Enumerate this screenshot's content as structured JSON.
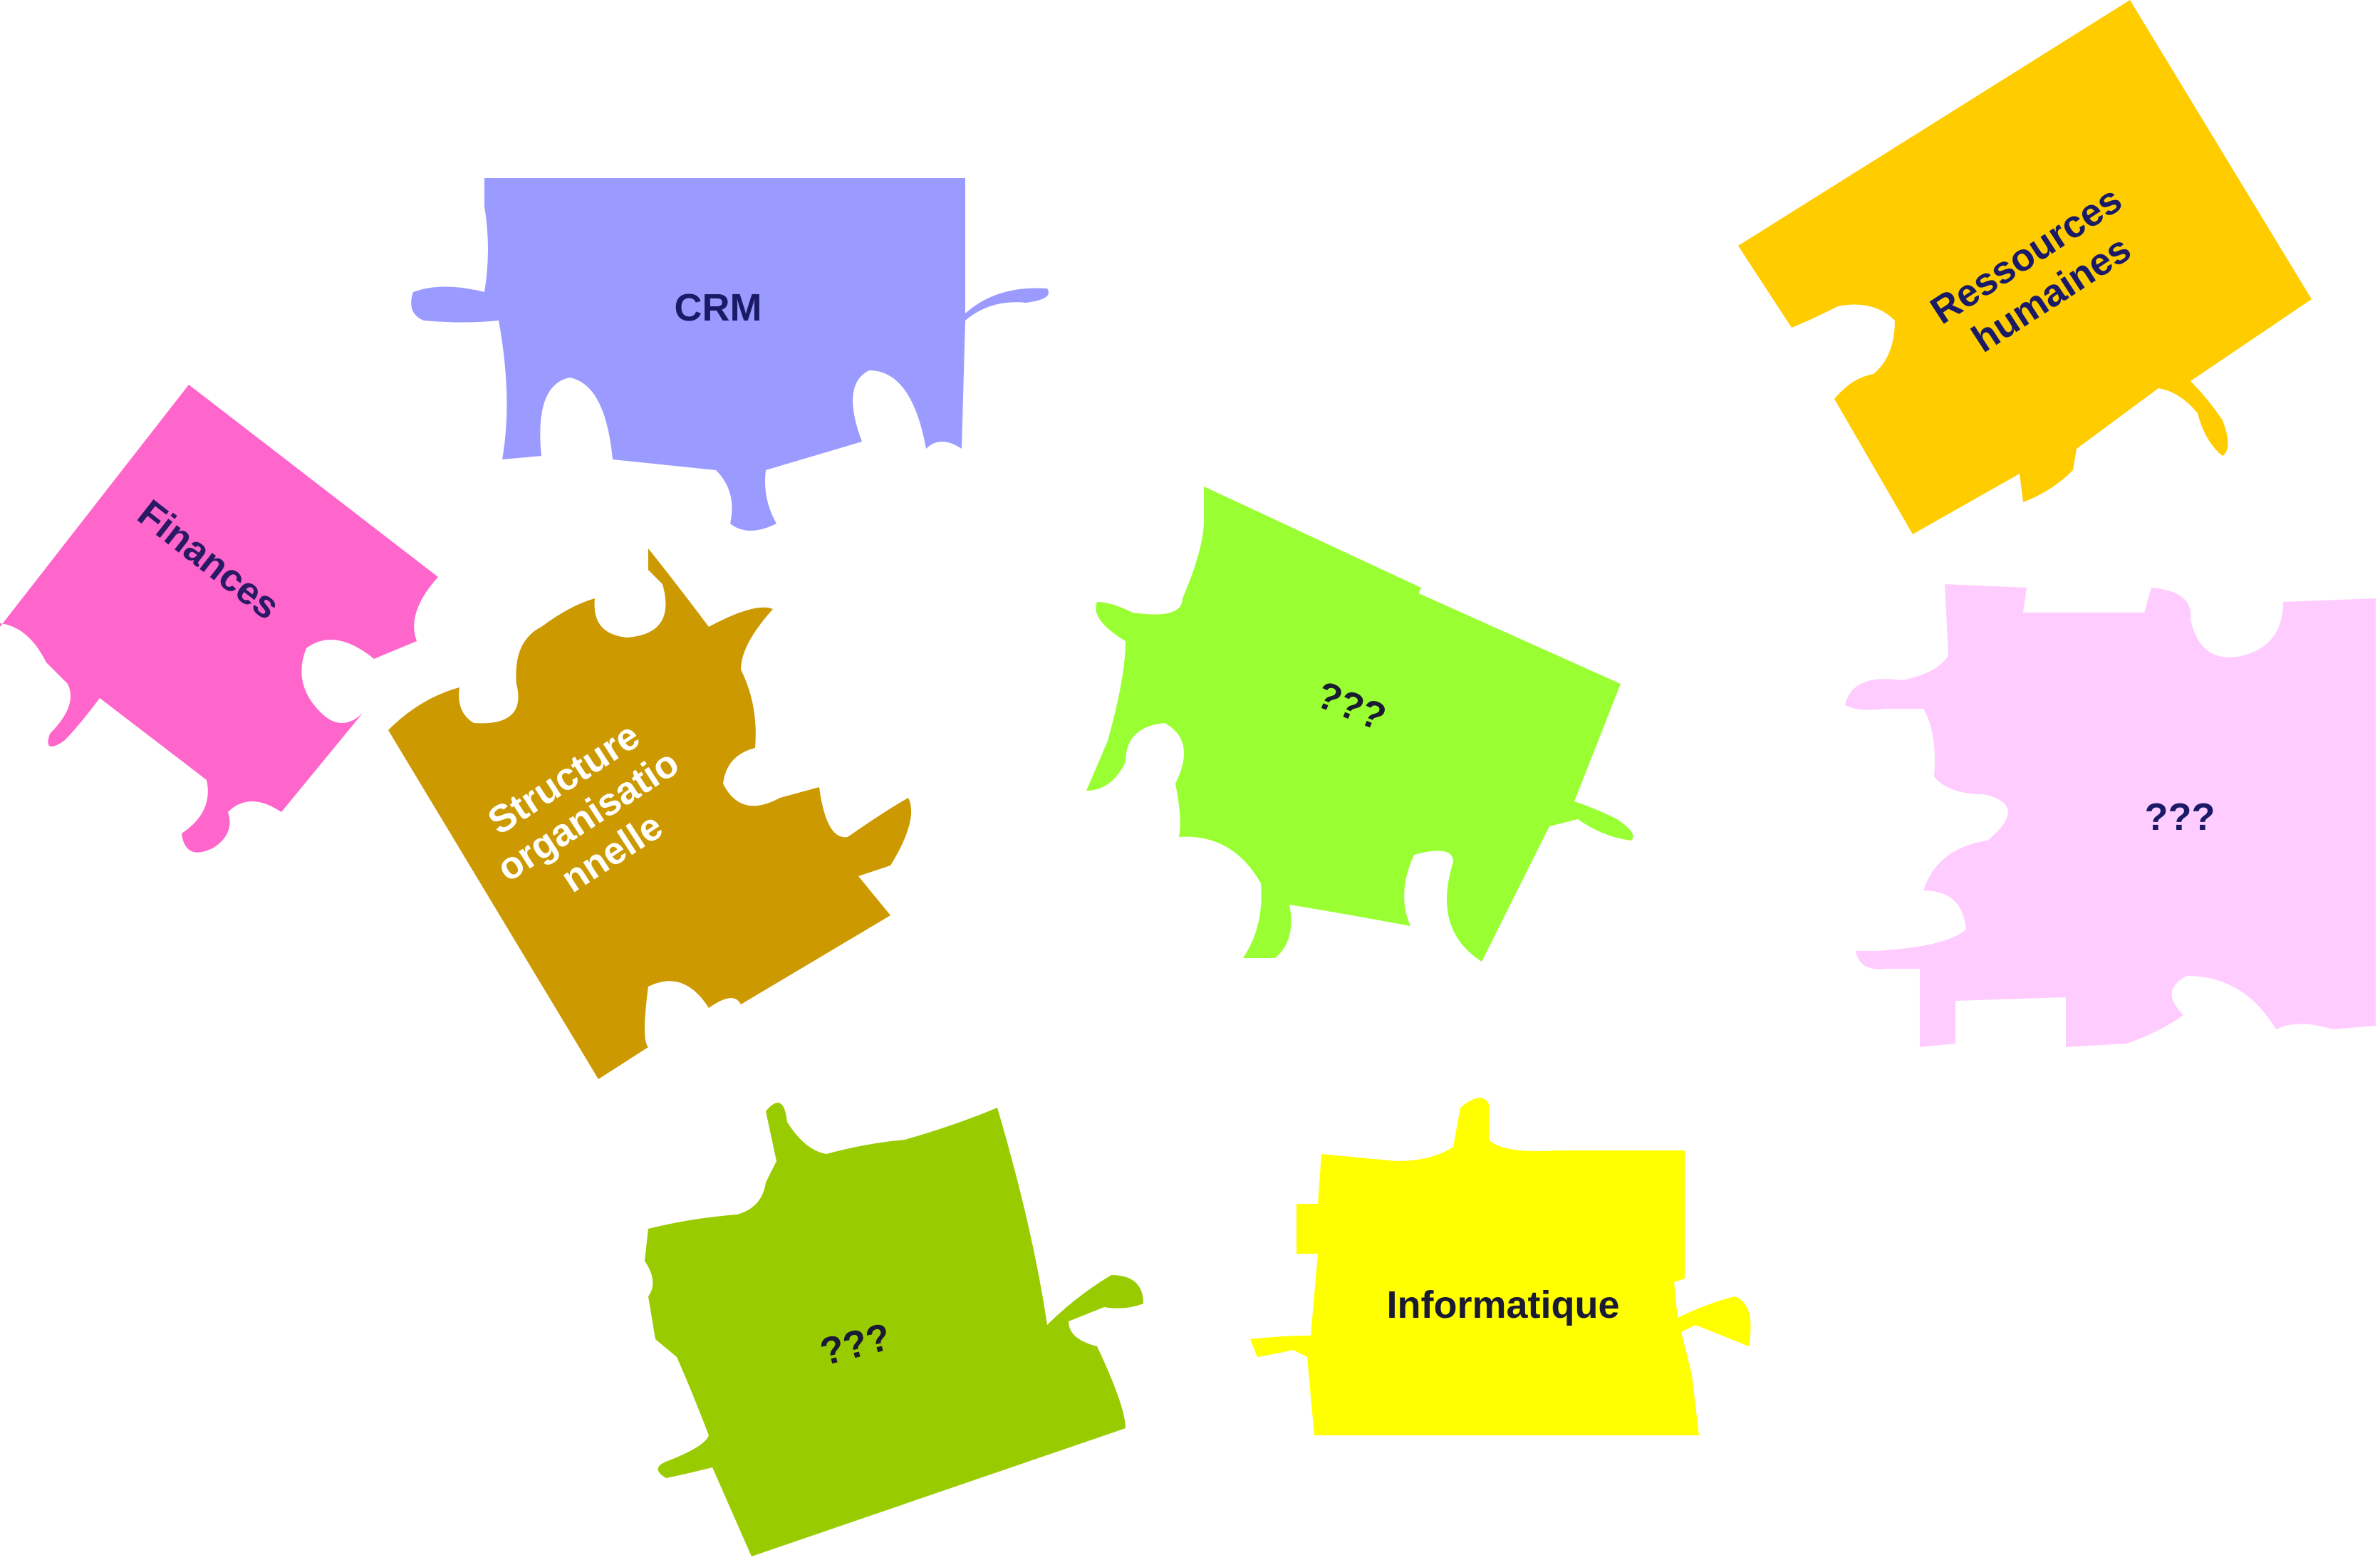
{
  "pieces": [
    {
      "id": "crm",
      "label_lines": [
        "CRM"
      ],
      "fill": "#9B9BFF",
      "text_color": "#1A1A66"
    },
    {
      "id": "finances",
      "label_lines": [
        "Finances"
      ],
      "fill": "#FF66CC",
      "text_color": "#2A1A66"
    },
    {
      "id": "structure",
      "label_lines": [
        "Structure",
        "organisatio",
        "nnelle"
      ],
      "fill": "#CC9900",
      "text_color": "#FFFFFF"
    },
    {
      "id": "unknown-green",
      "label_lines": [
        "???"
      ],
      "fill": "#99FF33",
      "text_color": "#1A1A33"
    },
    {
      "id": "rh",
      "label_lines": [
        "Ressources",
        "humaines"
      ],
      "fill": "#FFCC00",
      "text_color": "#1A1A66"
    },
    {
      "id": "unknown-pink",
      "label_lines": [
        "???"
      ],
      "fill": "#FFCCFF",
      "text_color": "#1A1A66"
    },
    {
      "id": "unknown-olive",
      "label_lines": [
        "???"
      ],
      "fill": "#99CC00",
      "text_color": "#1A1A33"
    },
    {
      "id": "informatique",
      "label_lines": [
        "Informatique"
      ],
      "fill": "#FFFF00",
      "text_color": "#1A1A33"
    }
  ]
}
